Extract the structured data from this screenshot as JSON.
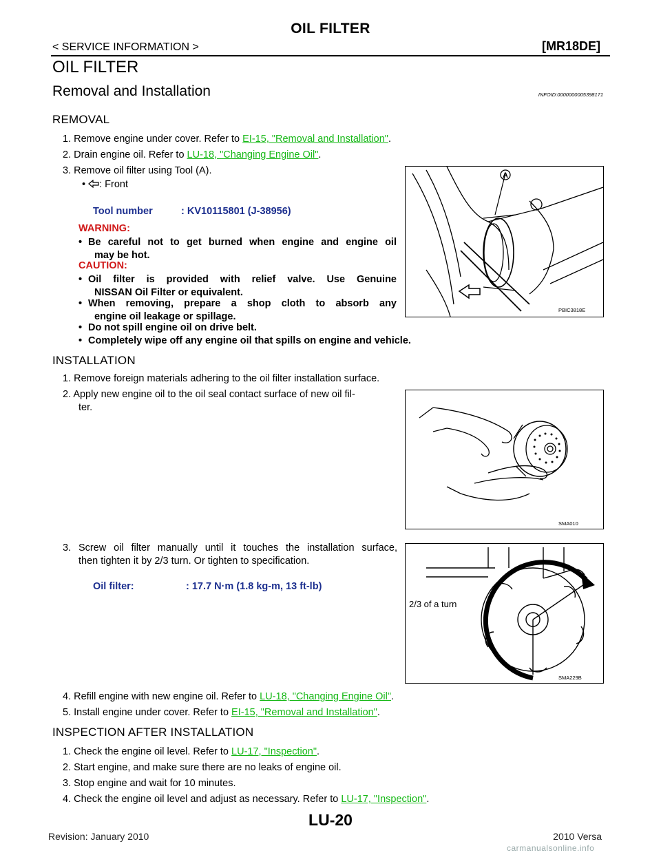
{
  "header": {
    "title": "OIL FILTER",
    "section": "< SERVICE INFORMATION >",
    "engine": "[MR18DE]"
  },
  "page_title": "OIL FILTER",
  "subsection": {
    "title": "Removal and Installation",
    "infoid": "INFOID:0000000005398171"
  },
  "removal": {
    "heading": "REMOVAL",
    "step1_text": "1.  Remove engine under cover. Refer to ",
    "step1_link": "EI-15, \"Removal and Installation\"",
    "step2_text": "2.  Drain engine oil. Refer to ",
    "step2_link": "LU-18, \"Changing Engine Oil\"",
    "step3_text": "3.  Remove oil filter using Tool (A).",
    "step3_bullet": ": Front",
    "tool_label": "Tool number",
    "tool_value": ": KV10115801 (J-38956)",
    "warning_label": "WARNING:",
    "warning_1": "Be careful not to get burned when engine and engine oil",
    "warning_1b": "may be hot.",
    "caution_label": "CAUTION:",
    "caution_1": "Oil filter is provided with relief valve. Use Genuine",
    "caution_1b": "NISSAN Oil Filter or equivalent.",
    "caution_2": "When removing, prepare a shop cloth to absorb any",
    "caution_2b": "engine oil leakage or spillage.",
    "caution_3": "Do not spill engine oil on drive belt.",
    "caution_4": "Completely wipe off any engine oil that spills on engine and vehicle.",
    "fig_code": "PBIC3818E",
    "fig_label_a": "A"
  },
  "installation": {
    "heading": "INSTALLATION",
    "step1": "1.  Remove foreign materials adhering to the oil filter installation surface.",
    "step2a": "2.  Apply new engine oil to the oil seal contact surface of new oil fil-",
    "step2b": "ter.",
    "fig1_code": "SMA010",
    "step3a": "3.  Screw oil filter manually until it touches the installation surface,",
    "step3b": "then tighten it by 2/3 turn. Or tighten to specification.",
    "spec_label": "Oil filter:",
    "spec_value": ": 17.7 N·m (1.8 kg-m, 13 ft-lb)",
    "fig2_code": "SMA229B",
    "fig2_label": "2/3 of a turn",
    "step4_text": "4.  Refill engine with new engine oil. Refer to ",
    "step4_link": "LU-18, \"Changing Engine Oil\"",
    "step5_text": "5.  Install engine under cover. Refer to ",
    "step5_link": "EI-15, \"Removal and Installation\""
  },
  "inspection": {
    "heading": "INSPECTION AFTER INSTALLATION",
    "step1_text": "1.  Check the engine oil level. Refer to ",
    "step1_link": "LU-17, \"Inspection\"",
    "step2": "2.  Start engine, and make sure there are no leaks of engine oil.",
    "step3": "3.  Stop engine and wait for 10 minutes.",
    "step4_text": "4.  Check the engine oil level and adjust as necessary. Refer to ",
    "step4_link": "LU-17, \"Inspection\""
  },
  "footer": {
    "revision": "Revision: January 2010",
    "page": "LU-20",
    "model": "2010 Versa",
    "watermark": "carmanualsonline.info"
  },
  "colors": {
    "link": "#16b816",
    "warning": "#d01818",
    "spec": "#1c2f8f"
  }
}
